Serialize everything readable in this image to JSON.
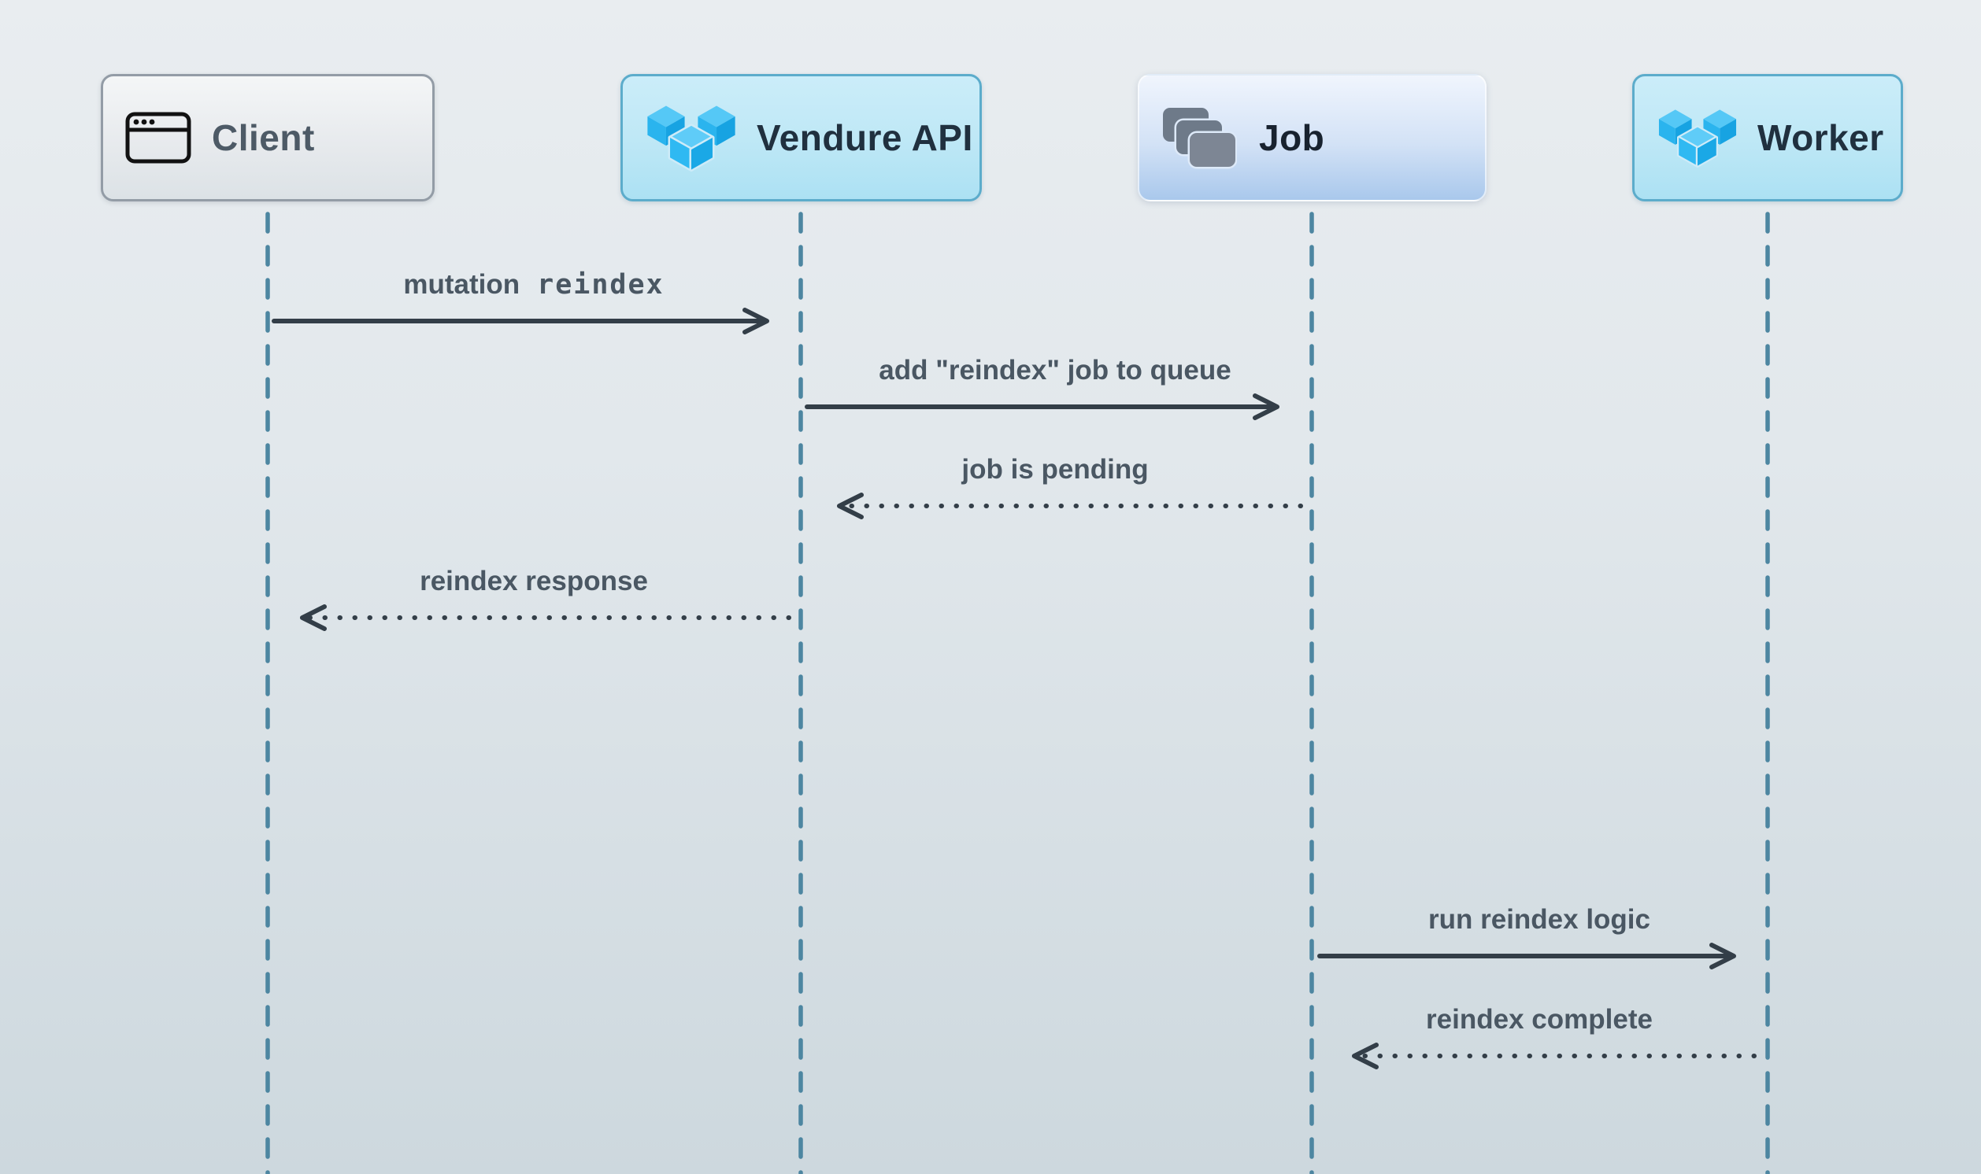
{
  "diagram_type": "sequence-diagram",
  "colors": {
    "background_top": "#e9edf0",
    "background_bottom": "#cdd8de",
    "lifeline": "#4d86a1",
    "arrow": "#333e48",
    "message_text": "#4a5763",
    "client_box_border": "#939ca6",
    "client_box_text": "#4d5a66",
    "vendure_box_border": "#5caccb",
    "vendure_box_bg": "#bfe8f6",
    "vendure_box_text": "#20303f",
    "job_box_bg_top": "#f0f5fd",
    "job_box_bg_bottom": "#a9c8ec",
    "vendure_logo_blue": "#29b2ec",
    "job_icon_gray": "#6e7a89"
  },
  "actors": [
    {
      "label": "Client",
      "icon": "browser-window-icon"
    },
    {
      "label": "Vendure API",
      "icon": "vendure-logo-icon"
    },
    {
      "label": "Job",
      "icon": "stacked-cards-icon"
    },
    {
      "label": "Worker",
      "icon": "vendure-logo-icon"
    }
  ],
  "messages": [
    {
      "from": "Client",
      "to": "Vendure API",
      "style": "solid",
      "label": "mutation",
      "code": "reindex"
    },
    {
      "from": "Vendure API",
      "to": "Job",
      "style": "solid",
      "label": "add \"reindex\" job to queue"
    },
    {
      "from": "Job",
      "to": "Vendure API",
      "style": "dotted",
      "label": "job is pending"
    },
    {
      "from": "Vendure API",
      "to": "Client",
      "style": "dotted",
      "label": "reindex response"
    },
    {
      "from": "Job",
      "to": "Worker",
      "style": "solid",
      "label": "run reindex logic"
    },
    {
      "from": "Worker",
      "to": "Job",
      "style": "dotted",
      "label": "reindex complete"
    }
  ]
}
